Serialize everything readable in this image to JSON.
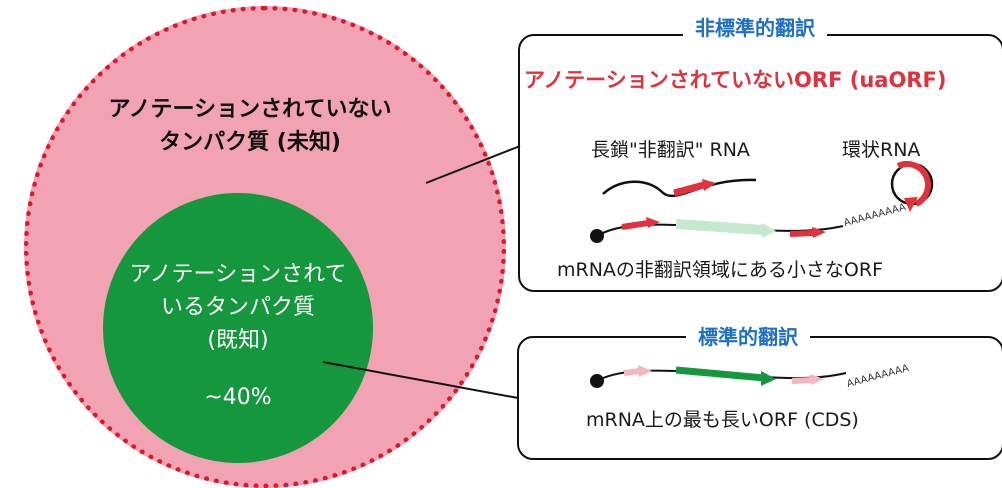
{
  "unannotated": {
    "line1": "アノテーションされていない",
    "line2": "タンパク質 (未知)"
  },
  "annotated": {
    "line1": "アノテーションされて",
    "line2": "いるタンパク質",
    "line3": "(既知)",
    "percent": "~40%"
  },
  "noncanonical": {
    "title": "非標準的翻訳",
    "subtitle": "アノテーションされていないORF (uaORF)",
    "lncrna_label": "長鎖\"非翻訳\" RNA",
    "circrna_label": "環状RNA",
    "polya": "AAAAAAAAA",
    "utr_orf_label": "mRNAの非翻訳領域にある小さなORF"
  },
  "canonical": {
    "title": "標準的翻訳",
    "polya": "AAAAAAAAA",
    "cds_label": "mRNA上の最も長いORF (CDS)"
  },
  "colors": {
    "pink_fill": "#f1a3b4",
    "red_border": "#d8182d",
    "green": "#15973e",
    "blue_title": "#1f6fc2",
    "red_text": "#e0323c",
    "arrow_red": "#e0323c",
    "arrow_pink": "#f4b6c1",
    "arrow_lightgreen": "#c6e8cf"
  }
}
